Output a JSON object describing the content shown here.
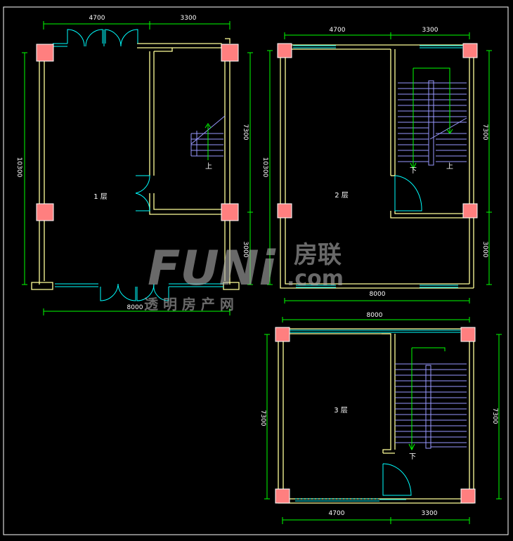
{
  "colors": {
    "wall": "#ffff99",
    "wall_inner": "#ffffff",
    "dimension": "#00ff00",
    "column": "#ff7f7f",
    "door": "#00ffff",
    "window": "#00ffff",
    "stair": "#9999ff",
    "watermark": "#aaaaaa"
  },
  "floor1": {
    "room_label": "1 层",
    "dim_top_left": "4700",
    "dim_top_right": "3300",
    "dim_left": "10300",
    "dim_right_upper": "7300",
    "dim_right_lower": "3000",
    "dim_bottom": "8000",
    "stair_up": "上"
  },
  "floor2": {
    "room_label": "2 层",
    "dim_top_left": "4700",
    "dim_top_right": "3300",
    "dim_left": "10300",
    "dim_right_upper": "7300",
    "dim_right_lower": "3000",
    "dim_bottom": "8000",
    "stair_down": "下",
    "stair_up": "上"
  },
  "floor3": {
    "room_label": "3 层",
    "dim_top": "8000",
    "dim_left": "7300",
    "dim_right": "7300",
    "dim_bottom_left": "4700",
    "dim_bottom_right": "3300",
    "stair_down": "下"
  },
  "watermark": {
    "brand": "FUNi",
    "brand_cn": "房联",
    "domain": ".com",
    "slogan": "透 明 房 产 网"
  }
}
